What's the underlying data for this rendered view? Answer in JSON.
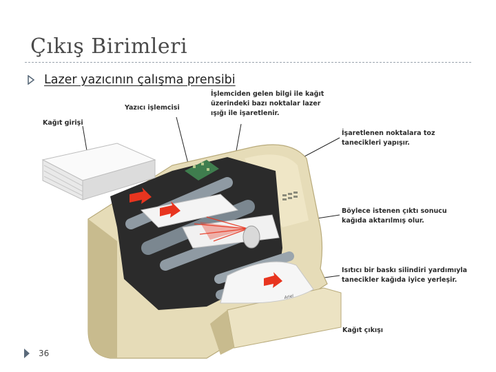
{
  "slide": {
    "title": "Çıkış Birimleri",
    "bullet": "Lazer yazıcının çalışma prensibi",
    "page_number": "36"
  },
  "diagram": {
    "labels": {
      "processor": "Yazıcı işlemcisi",
      "paper_in": "Kağıt girişi",
      "laser_line1": "İşlemciden gelen bilgi ile kağıt",
      "laser_line2": "üzerindeki bazı noktalar lazer",
      "laser_line3": "ışığı ile işaretlenir.",
      "toner_line1": "İşaretlenen noktalara toz",
      "toner_line2": "tanecikleri yapışır.",
      "transfer_line1": "Böylece istenen çıktı sonucu",
      "transfer_line2": "kağıda aktarılmış olur.",
      "fuser_line1": "Isıtıcı bir baskı silindiri yardımıyla",
      "fuser_line2": "tanecikler kağıda iyice yerleşir.",
      "paper_out": "Kağıt çıkışı"
    }
  },
  "colors": {
    "accent_arrow": "#e8351f",
    "printer_body": "#e6dcb8",
    "printer_shadow": "#c8bb8e",
    "interior": "#2b2b2b",
    "roller": "#8f9aa3",
    "bullet": "#5a6a7a"
  }
}
